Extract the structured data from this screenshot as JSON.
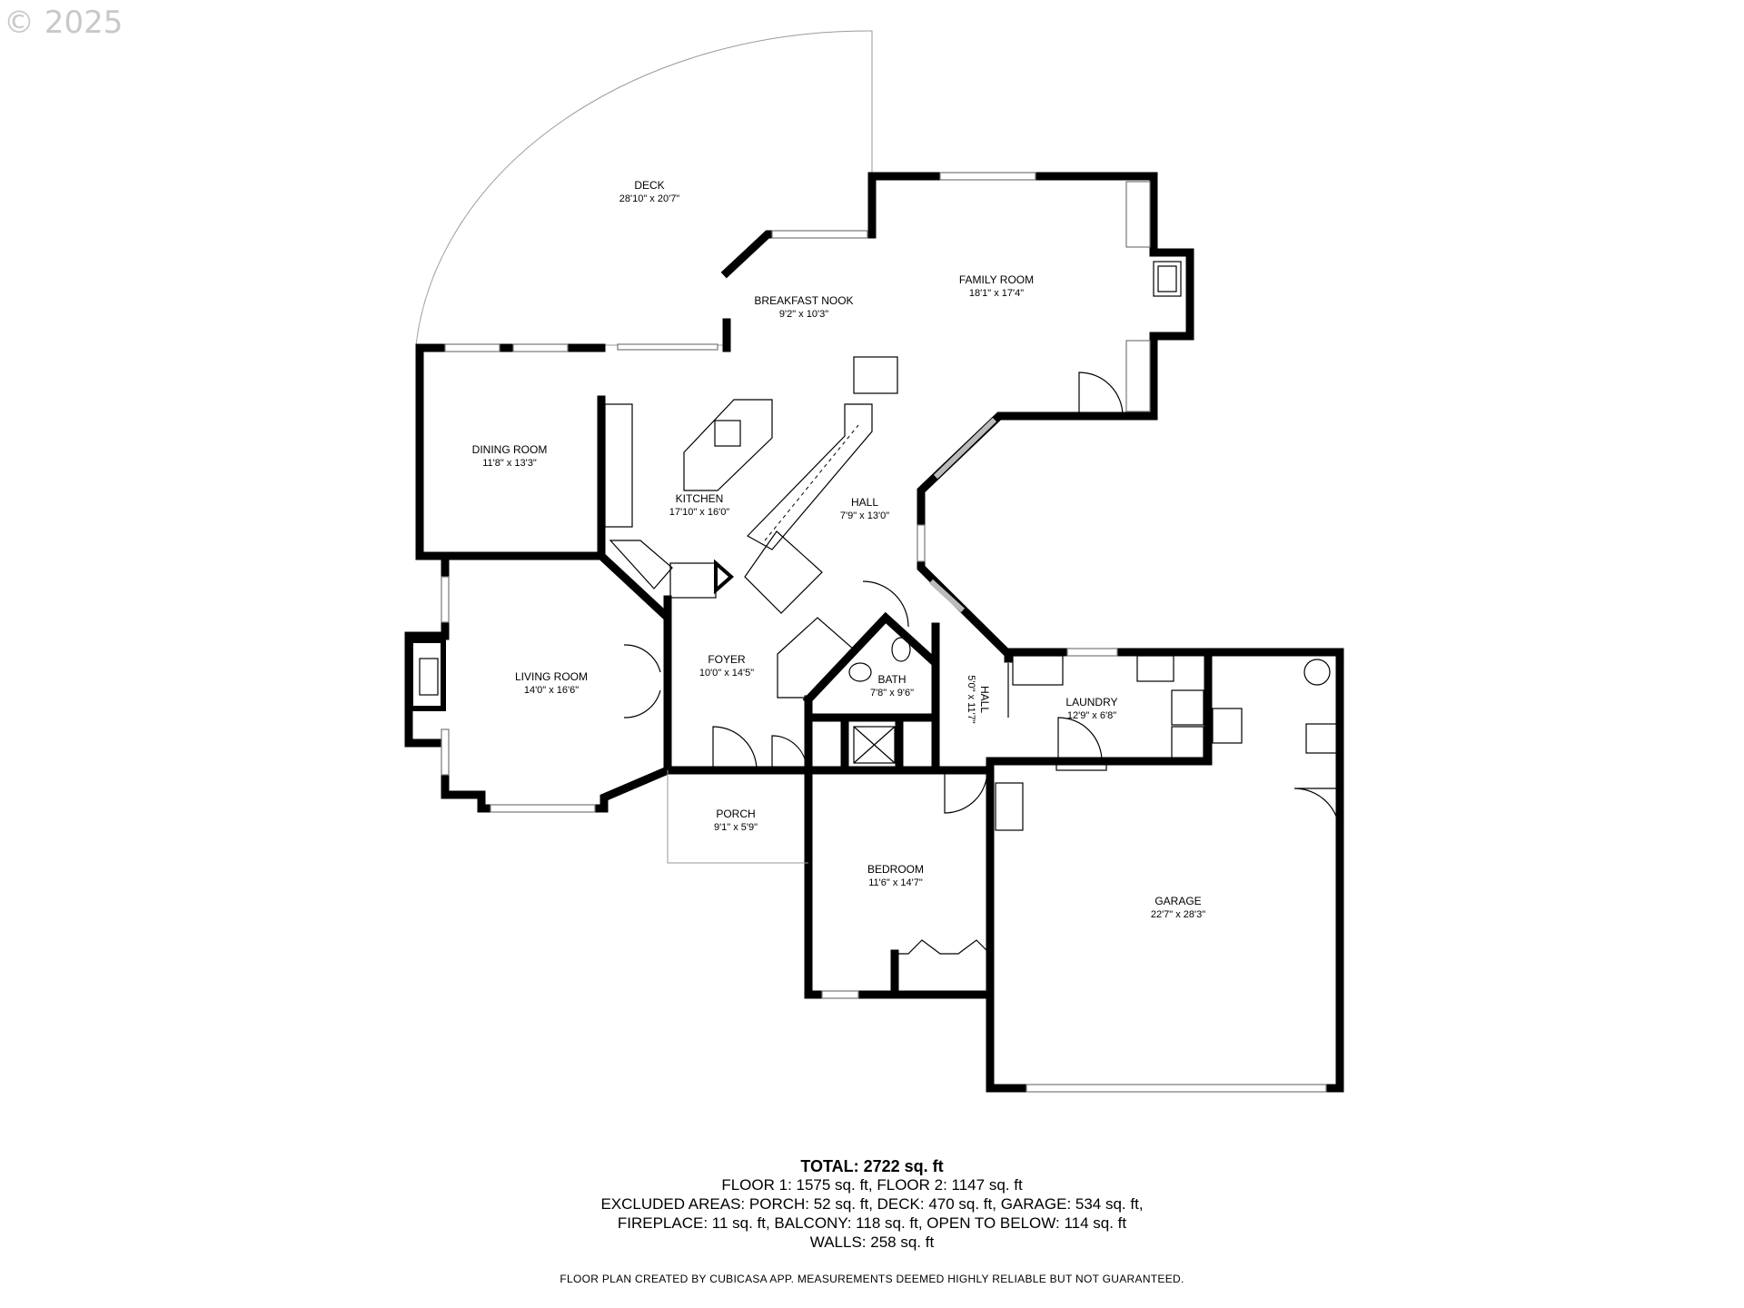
{
  "copyright": "© 2025",
  "rooms": {
    "deck": {
      "name": "DECK",
      "dims": "28'10\" x 20'7\""
    },
    "family": {
      "name": "FAMILY ROOM",
      "dims": "18'1\" x 17'4\""
    },
    "nook": {
      "name": "BREAKFAST NOOK",
      "dims": "9'2\" x 10'3\""
    },
    "dining": {
      "name": "DINING ROOM",
      "dims": "11'8\" x 13'3\""
    },
    "kitchen": {
      "name": "KITCHEN",
      "dims": "17'10\" x 16'0\""
    },
    "hall1": {
      "name": "HALL",
      "dims": "7'9\" x 13'0\""
    },
    "living": {
      "name": "LIVING ROOM",
      "dims": "14'0\" x 16'6\""
    },
    "foyer": {
      "name": "FOYER",
      "dims": "10'0\" x 14'5\""
    },
    "bath": {
      "name": "BATH",
      "dims": "7'8\" x 9'6\""
    },
    "hall2": {
      "name": "HALL",
      "dims": "5'0\" x 11'7\""
    },
    "laundry": {
      "name": "LAUNDRY",
      "dims": "12'9\" x 6'8\""
    },
    "porch": {
      "name": "PORCH",
      "dims": "9'1\" x 5'9\""
    },
    "bedroom": {
      "name": "BEDROOM",
      "dims": "11'6\" x 14'7\""
    },
    "garage": {
      "name": "GARAGE",
      "dims": "22'7\" x 28'3\""
    }
  },
  "summary": {
    "total_label": "TOTAL: 2722 sq. ft",
    "line1": "FLOOR 1: 1575 sq. ft, FLOOR 2: 1147 sq. ft",
    "line2": "EXCLUDED AREAS: PORCH: 52 sq. ft, DECK: 470 sq. ft, GARAGE: 534 sq. ft,",
    "line3": "FIREPLACE: 11 sq. ft, BALCONY: 118 sq. ft, OPEN TO BELOW: 114 sq. ft",
    "line4": "WALLS: 258 sq. ft"
  },
  "disclaimer": "FLOOR PLAN CREATED BY CUBICASA APP. MEASUREMENTS DEEMED HIGHLY RELIABLE BUT NOT GUARANTEED."
}
